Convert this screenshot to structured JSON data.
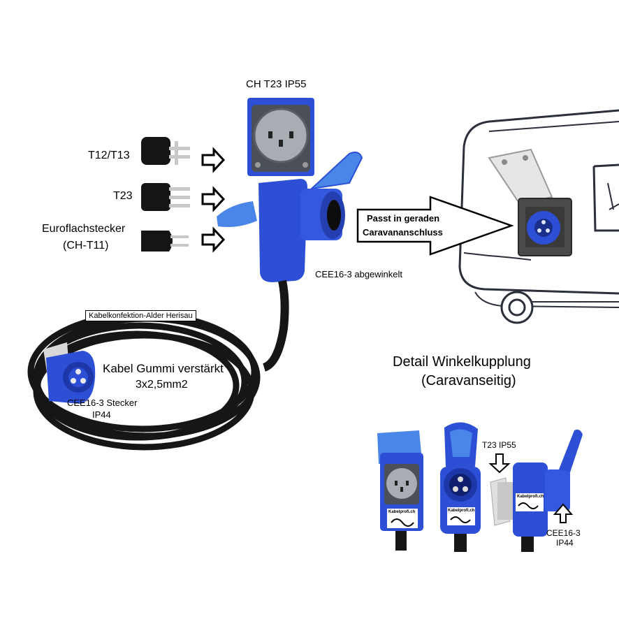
{
  "labels": {
    "ch_t23_ip55": "CH T23 IP55",
    "t12_t13": "T12/T13",
    "t23": "T23",
    "euroflachstecker": "Euroflachstecker",
    "ch_t11": "(CH-T11)",
    "arrow_text_1": "Passt in geraden",
    "arrow_text_2": "Caravananschluss",
    "cee_abgewinkelt": "CEE16-3 abgewinkelt",
    "kabelkonfektion": "Kabelkonfektion-Alder Herisau",
    "kabel_1": "Kabel Gummi verstärkt",
    "kabel_2": "3x2,5mm2",
    "cee_stecker_1": "CEE16-3 Stecker",
    "cee_stecker_2": "IP44",
    "detail_1": "Detail Winkelkupplung",
    "detail_2": "(Caravanseitig)",
    "detail_t23": "T23 IP55",
    "detail_cee_1": "CEE16-3",
    "detail_cee_2": "IP44",
    "sticker_1": "Kabelprofi.ch",
    "sticker_2": "Kabelprofi.ch",
    "sticker_3": "Kabelprofi.ch"
  },
  "colors": {
    "connector_blue": "#2c4fd6",
    "cover_blue": "#4a86e8",
    "cable_black": "#161616",
    "socket_grey": "#a7adb3",
    "caravan_line": "#2a2f3a"
  },
  "icons": [
    "arrow-right-icon",
    "arrow-down-icon",
    "arrow-up-icon",
    "plug-icon",
    "socket-icon",
    "caravan-icon"
  ]
}
